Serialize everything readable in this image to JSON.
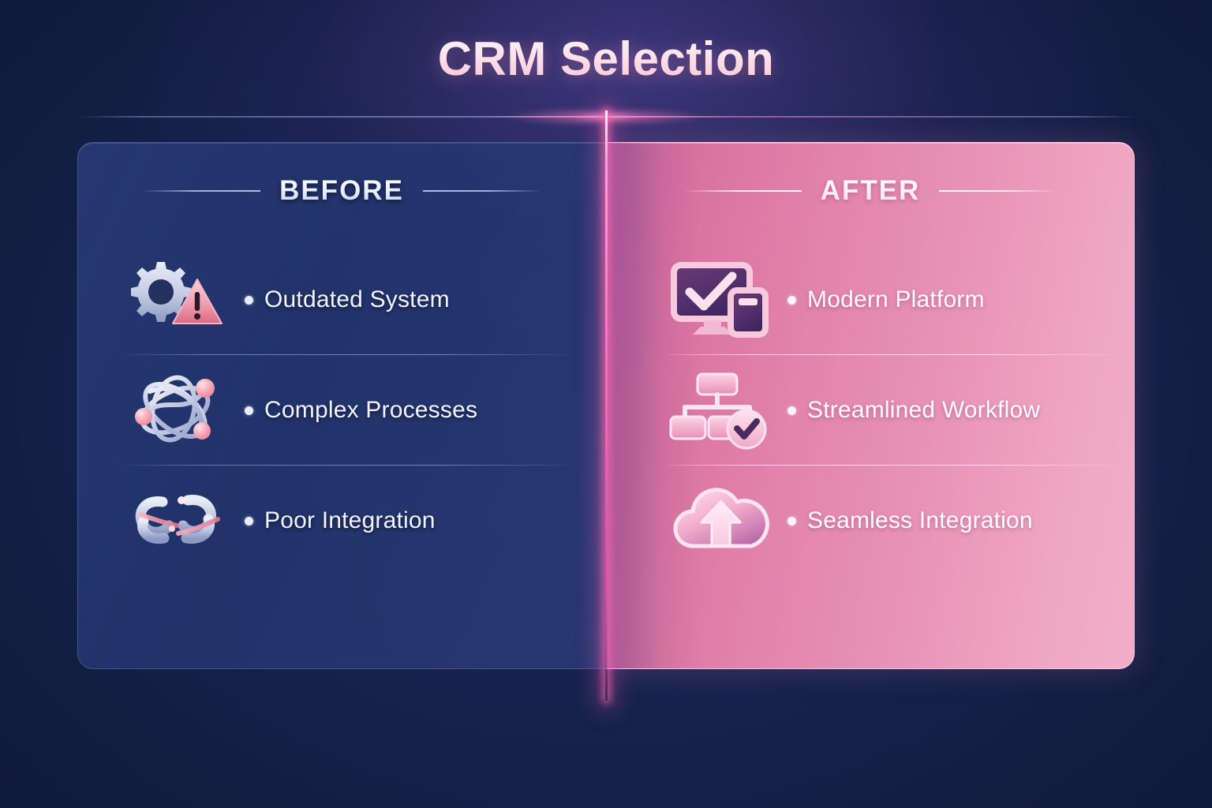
{
  "page": {
    "title": "CRM Selection",
    "accent_pink": "#ff69b4",
    "background_navy": "#101a3e",
    "panel_after_pink": "#e284ab",
    "text_light": "#f1f4fc"
  },
  "before": {
    "heading": "BEFORE",
    "items": [
      {
        "label": "Outdated System",
        "icon": "gear-warning-icon"
      },
      {
        "label": "Complex Processes",
        "icon": "tangled-network-icon"
      },
      {
        "label": "Poor Integration",
        "icon": "broken-chain-icon"
      }
    ]
  },
  "after": {
    "heading": "AFTER",
    "items": [
      {
        "label": "Modern Platform",
        "icon": "monitor-check-icon"
      },
      {
        "label": "Streamlined Workflow",
        "icon": "flowchart-check-icon"
      },
      {
        "label": "Seamless Integration",
        "icon": "cloud-upload-icon"
      }
    ]
  }
}
